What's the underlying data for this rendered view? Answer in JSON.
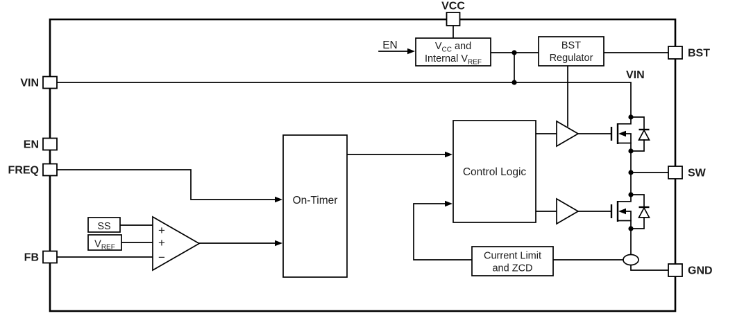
{
  "diagram": {
    "type": "functional-block-diagram",
    "colors": {
      "line": "#000000",
      "text": "#1b1b1b",
      "background": "#ffffff"
    }
  },
  "pins": {
    "vcc": "VCC",
    "vin": "VIN",
    "en": "EN",
    "freq": "FREQ",
    "fb": "FB",
    "bst": "BST",
    "sw": "SW",
    "gnd": "GND"
  },
  "labels": {
    "vin_internal": "VIN",
    "en_signal": "EN"
  },
  "blocks": {
    "vcc_reg": {
      "pre1": "V",
      "sub1": "CC",
      "post1": " and",
      "pre2": "Internal V",
      "sub2": "REF"
    },
    "bst_reg": {
      "line1": "BST",
      "line2": "Regulator"
    },
    "on_timer": {
      "label": "On-Timer"
    },
    "control_logic": {
      "label": "Control Logic"
    },
    "current_limit": {
      "line1": "Current Limit",
      "line2": "and ZCD"
    },
    "ss": {
      "label": "SS"
    },
    "vref": {
      "pre": "V",
      "sub": "REF"
    }
  },
  "comparator": {
    "plus1": "+",
    "plus2": "+",
    "minus": "−"
  }
}
